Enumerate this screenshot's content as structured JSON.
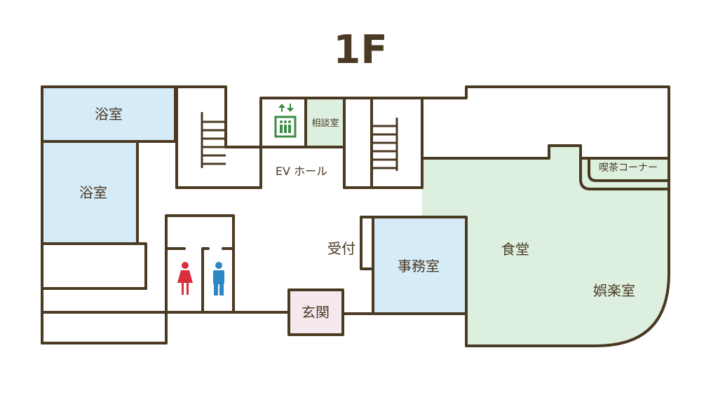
{
  "floor_label": "1F",
  "rooms": {
    "bath_top": "浴室",
    "bath_left": "浴室",
    "consult": "相談室",
    "ev_hall": "EV ホール",
    "tea_corner": "喫茶コーナー",
    "reception": "受付",
    "office": "事務室",
    "dining": "食堂",
    "recreation": "娯楽室",
    "entrance": "玄関"
  },
  "icons": {
    "elevator": "elevator-icon",
    "restroom_female": "female-restroom-icon",
    "restroom_male": "male-restroom-icon"
  },
  "colors": {
    "wall": "#4b3a22",
    "bath": "#d5ecf8",
    "green": "#ddf0e0",
    "entrance": "#f5e8ee",
    "female": "#d8303a",
    "male": "#2f86c4",
    "elevator": "#3c8b44"
  }
}
